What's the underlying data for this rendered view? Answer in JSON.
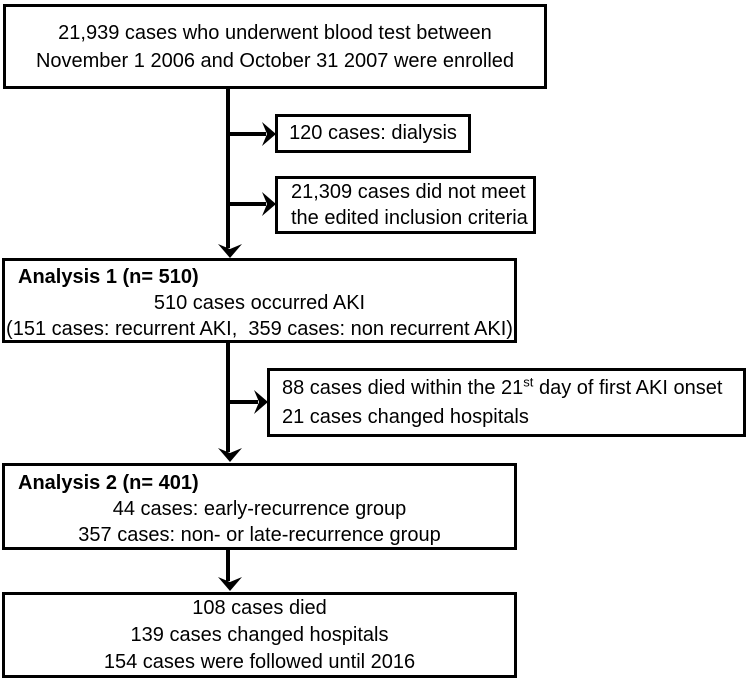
{
  "flowchart": {
    "enrollment": {
      "lines": [
        "21,939 cases who underwent blood test between",
        "November 1 2006 and October 31 2007 were enrolled"
      ]
    },
    "dialysis": {
      "text": "120 cases: dialysis"
    },
    "not_meeting_criteria": {
      "lines": [
        "21,309 cases did not meet",
        "the edited inclusion criteria"
      ]
    },
    "analysis1": {
      "title": "Analysis 1 (n= 510)",
      "lines": [
        "510 cases occurred AKI",
        "(151 cases: recurrent AKI,  359 cases: non recurrent AKI)"
      ]
    },
    "early_death": {
      "line1": {
        "pre": "88 cases died within the 21",
        "sup": "st",
        "post": " day of first AKI onset"
      },
      "line2": "21 cases changed hospitals"
    },
    "analysis2": {
      "title": "Analysis 2 (n= 401)",
      "lines": [
        "44 cases: early-recurrence group",
        "357 cases: non- or late-recurrence group"
      ]
    },
    "outcome": {
      "lines": [
        "108 cases died",
        "139 cases changed hospitals",
        "154 cases were followed until 2016"
      ]
    }
  },
  "colors": {
    "stroke": "#000000",
    "text": "#000000",
    "background": "#ffffff"
  }
}
